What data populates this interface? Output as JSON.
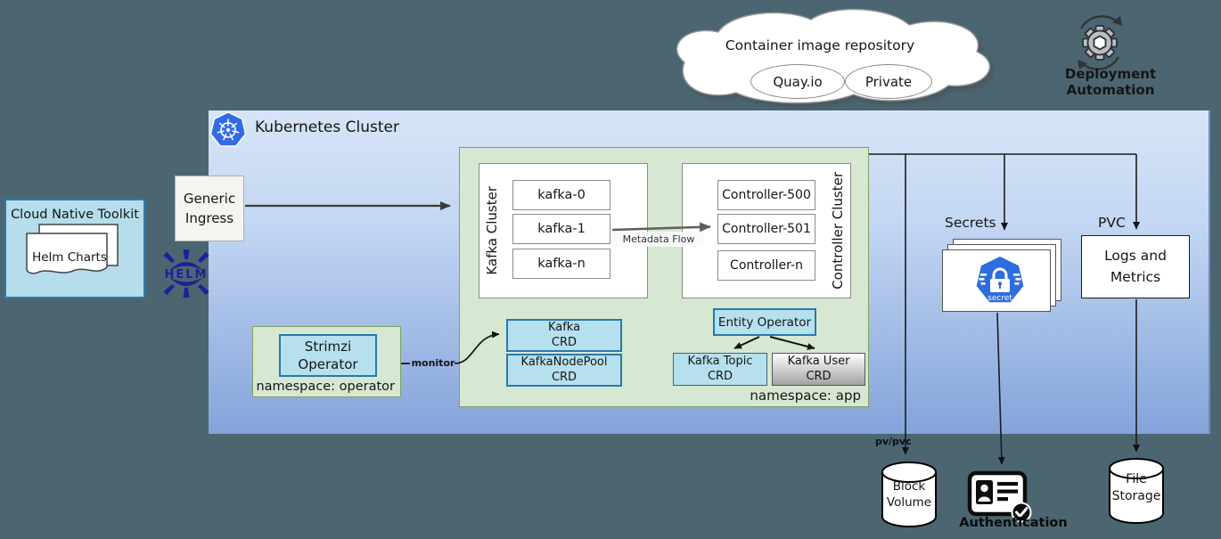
{
  "background_color": "#4c6671",
  "cloud": {
    "title": "Container image repository",
    "registries": [
      {
        "label": "Quay.io"
      },
      {
        "label": "Private"
      }
    ]
  },
  "automation": {
    "label": "Deployment Automation",
    "icon": "gear-sync-icon"
  },
  "cluster": {
    "title": "Kubernetes Cluster",
    "icon": "kubernetes-logo",
    "gradient_top": "#d7e4f7",
    "gradient_bottom": "#84a3da"
  },
  "toolkit": {
    "title": "Cloud Native Toolkit",
    "document": "Helm Charts"
  },
  "ingress": {
    "label": "Generic\nIngress"
  },
  "helm": {
    "label": "HELM"
  },
  "operator_namespace": {
    "label": "namespace: operator",
    "operator": "Strimzi\nOperator"
  },
  "monitor_label": "monitor",
  "app_namespace": {
    "label": "namespace: app",
    "kafka_cluster": {
      "label": "Kafka Cluster",
      "brokers": [
        {
          "label": "kafka-0"
        },
        {
          "label": "kafka-1"
        },
        {
          "label": "kafka-n"
        }
      ]
    },
    "controller_cluster": {
      "label": "Controller Cluster",
      "controllers": [
        {
          "label": "Controller-500"
        },
        {
          "label": "Controller-501"
        },
        {
          "label": "Controller-n"
        }
      ]
    },
    "metadata_flow": "Metadata Flow",
    "kafka_crd": "Kafka\nCRD",
    "kafka_node_pool_crd": "KafkaNodePool\nCRD",
    "entity_operator": "Entity Operator",
    "kafka_topic_crd": "Kafka Topic\nCRD",
    "kafka_user_crd": "Kafka User\nCRD"
  },
  "storage": {
    "secrets_label": "Secrets",
    "secret_icon_text": "secret",
    "pvc_label": "PVC",
    "logs_metrics": "Logs and\nMetrics",
    "pv_pvc_label": "pv/pvc",
    "block_volume": "Block\nVolume",
    "file_storage": "File\nStorage",
    "authentication": "Authentication"
  },
  "colors": {
    "k8s_blue": "#326ce5",
    "secret_blue": "#2f6ce0",
    "node_blue": "#b7e0ee",
    "namespace_green": "#d7e8d2",
    "helm_navy": "#202099"
  }
}
